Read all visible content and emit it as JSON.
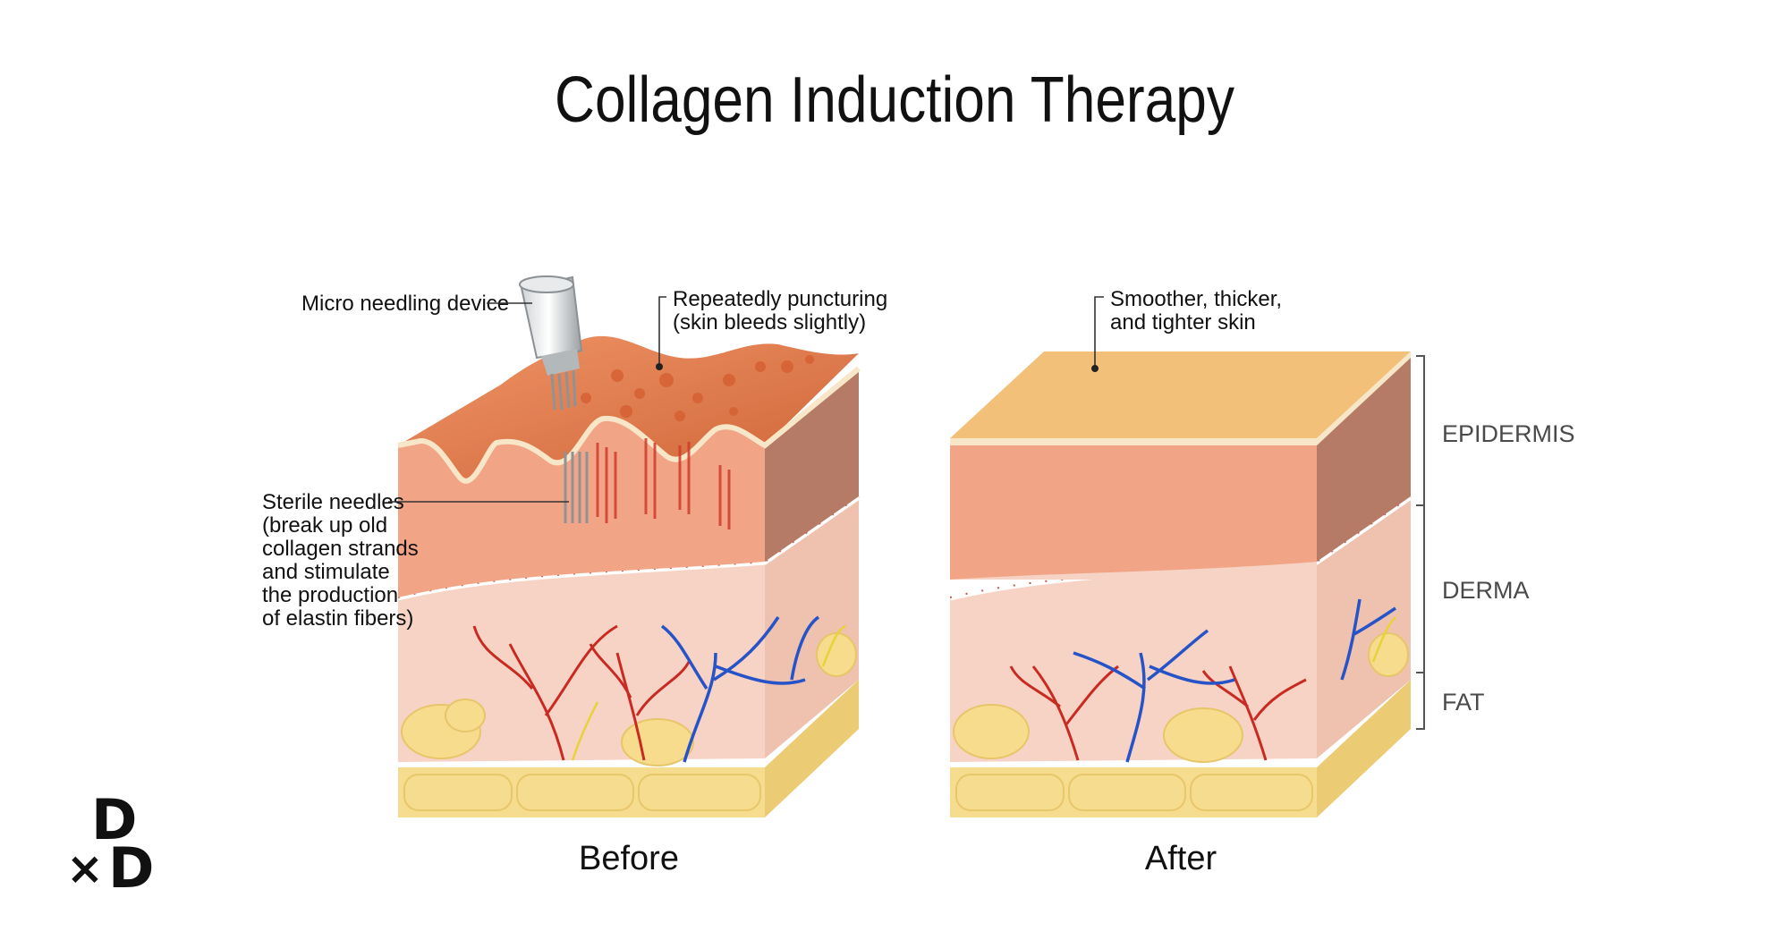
{
  "title": "Collagen Induction Therapy",
  "before": {
    "caption": "Before",
    "annotations": {
      "device": "Micro needling device",
      "puncture": [
        "Repeatedly puncturing",
        "(skin bleeds slightly)"
      ],
      "needles": [
        "Sterile needles",
        "(break up old",
        "collagen strands",
        "and stimulate",
        "the production",
        "of elastin fibers)"
      ]
    }
  },
  "after": {
    "caption": "After",
    "annotations": {
      "skin": [
        "Smoother, thicker,",
        "and tighter skin"
      ]
    }
  },
  "layers": [
    "EPIDERMIS",
    "DERMA",
    "FAT"
  ],
  "logo": {
    "top": "D",
    "bottom_mark": "×",
    "bottom": "D"
  },
  "colors": {
    "epidermis_front": "#f1a486",
    "epidermis_side": "#b57b66",
    "skin_top_before": "#e07a4a",
    "skin_top_after": "#f3c07a",
    "derma_front": "#f6d3c4",
    "derma_side": "#efc2b0",
    "fat": "#f5dc8e",
    "artery": "#c92a22",
    "vein": "#2653c8",
    "nerve": "#e8d23a"
  }
}
